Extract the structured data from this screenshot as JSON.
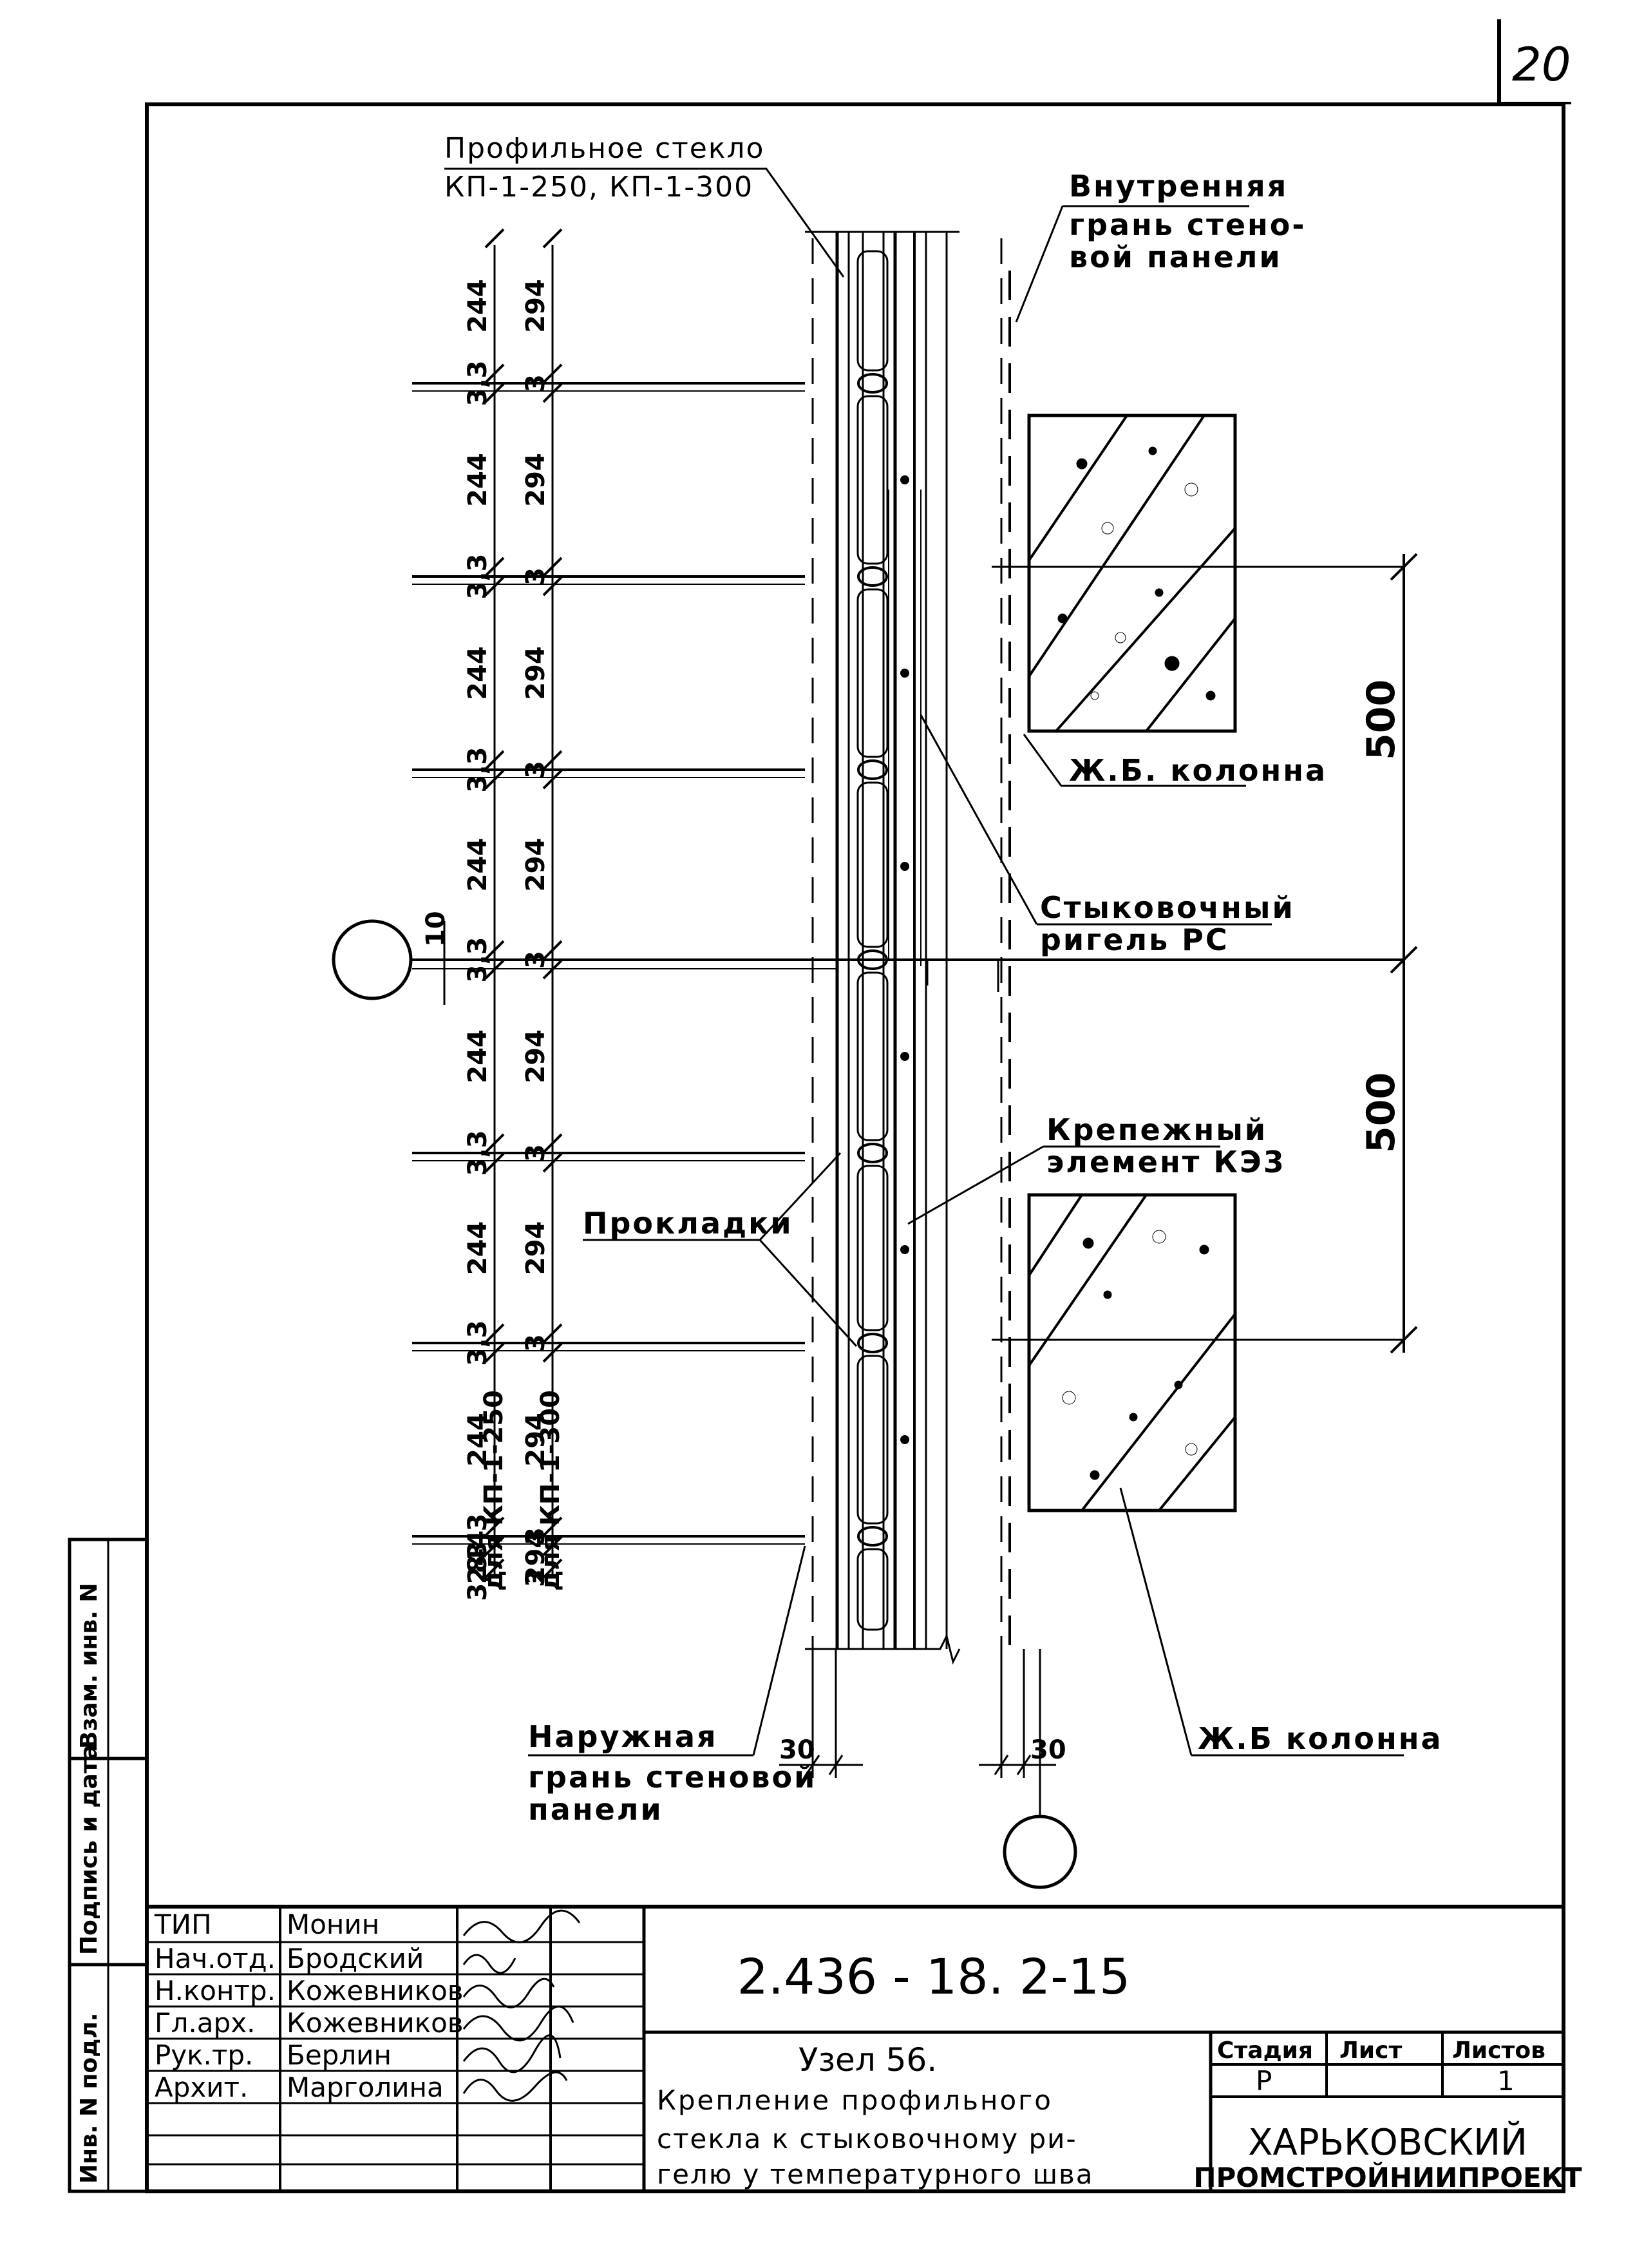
{
  "sheet_number": "20",
  "side_stamp": [
    "Инв. N подл.",
    "Подпись и дата",
    "Взам. инв. N"
  ],
  "labels": {
    "glass": [
      "Профильное стекло",
      "КП-1-250, КП-1-300"
    ],
    "inner_face": [
      "Внутренняя",
      "грань стено-",
      "вой панели"
    ],
    "column_top": "Ж.Б. колонна",
    "rigel": [
      "Стыковочный",
      "ригель РС"
    ],
    "fastener": [
      "Крепежный",
      "элемент КЭ3"
    ],
    "gaskets": "Прокладки",
    "outer_face": [
      "Наружная",
      "грань стеновой",
      "панели"
    ],
    "column_bottom": "Ж.Б колонна",
    "for_250": "для КП-1-250",
    "for_300": "для КП-1-300"
  },
  "dimensions": {
    "col1": [
      "244",
      "3,3",
      "244",
      "3,3",
      "244",
      "3,3",
      "244",
      "3,3",
      "244",
      "3,3",
      "244",
      "3,3",
      "244",
      "3,3",
      "244",
      "3,8"
    ],
    "col2": [
      "294",
      "3",
      "294",
      "3",
      "294",
      "3",
      "294",
      "3",
      "294",
      "3",
      "294",
      "3",
      "294",
      "3",
      "294",
      "3"
    ],
    "axis_gap": "10",
    "span1": "500",
    "span2": "500",
    "offset_left": "30",
    "offset_right": "30"
  },
  "title_block": {
    "doc_code": "2.436 - 18. 2-15",
    "roles": [
      "ТИП",
      "Нач.отд.",
      "Н.контр.",
      "Гл.арх.",
      "Рук.тр.",
      "Архит."
    ],
    "names": [
      "Монин",
      "Бродский",
      "Кожевников",
      "Кожевников",
      "Берлин",
      "Марголина"
    ],
    "title": [
      "Узел 56.",
      "Крепление профильного",
      "стекла к стыковочному ри-",
      "гелю у температурного шва"
    ],
    "stage_header": "Стадия",
    "sheet_header": "Лист",
    "sheets_header": "Листов",
    "stage_value": "Р",
    "sheets_value": "1",
    "org": [
      "ХАРЬКОВСКИЙ",
      "ПРОМСТРОЙНИИПРОЕКТ"
    ]
  }
}
